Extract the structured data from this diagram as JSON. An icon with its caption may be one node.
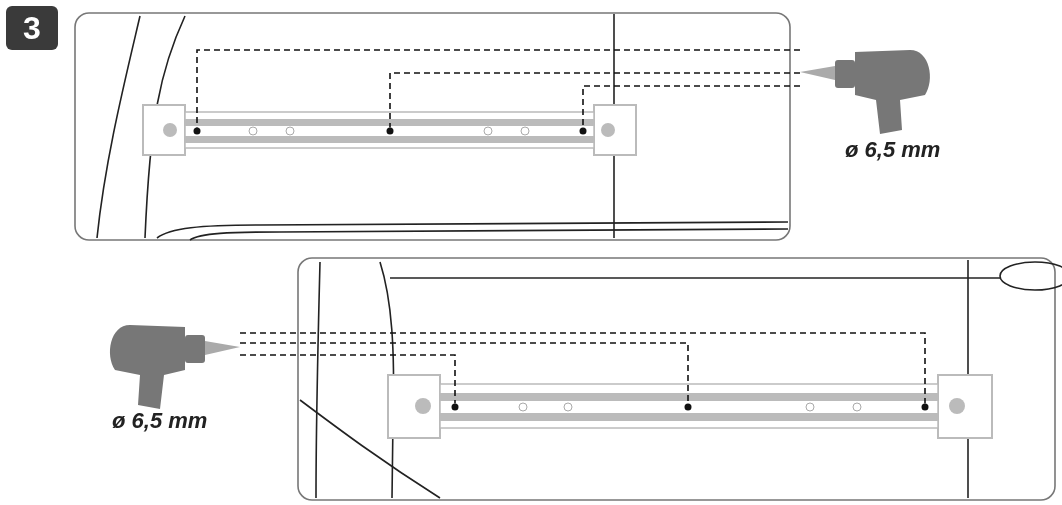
{
  "diagram": {
    "nodes": [
      {
        "text": [],
        "shape": "drill",
        "beside": [
          "ø 6,5 mm"
        ]
      },
      {
        "text": [],
        "shape": "dot"
      },
      {
        "text": [],
        "shape": "dot"
      },
      {
        "text": [],
        "shape": "dot"
      },
      {
        "text": [],
        "shape": "drill",
        "beside": [
          "ø 6,5 mm"
        ]
      },
      {
        "text": [],
        "shape": "dot"
      },
      {
        "text": [],
        "shape": "dot"
      },
      {
        "text": [],
        "shape": "dot"
      }
    ],
    "edges": [
      {
        "from": 0,
        "to": 1,
        "arrow": "none",
        "style": "dashed"
      },
      {
        "from": 0,
        "to": 2,
        "arrow": "none",
        "style": "dashed"
      },
      {
        "from": 0,
        "to": 3,
        "arrow": "none",
        "style": "dashed"
      },
      {
        "from": 4,
        "to": 7,
        "arrow": "none",
        "style": "dashed"
      },
      {
        "from": 4,
        "to": 6,
        "arrow": "none",
        "style": "dashed"
      },
      {
        "from": 4,
        "to": 5,
        "arrow": "none",
        "style": "dashed"
      }
    ],
    "labels": [
      "3"
    ]
  }
}
